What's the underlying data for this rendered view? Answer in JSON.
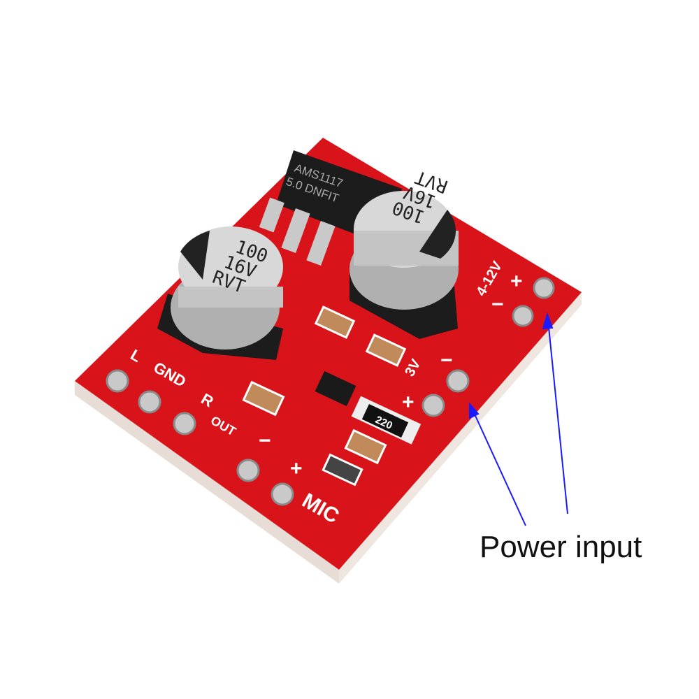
{
  "annotation": {
    "label": "Power input",
    "arrow_color": "#1a1aff"
  },
  "board": {
    "color": "#d8141a",
    "regulator": {
      "line1": "AMS1117",
      "line2": "5.0  DNFIT"
    },
    "capacitor_left": {
      "line1": "100",
      "line2": "16V",
      "line3": "RVT"
    },
    "capacitor_right": {
      "line1": "100",
      "line2": "16V",
      "line3": "RVT"
    },
    "labels": {
      "l": "L",
      "gnd": "GND",
      "r": "R",
      "out": "OUT",
      "minus": "−",
      "plus": "+",
      "mic": "MIC",
      "v3": "3V",
      "v412": "4-12V",
      "resistor": "220"
    }
  }
}
